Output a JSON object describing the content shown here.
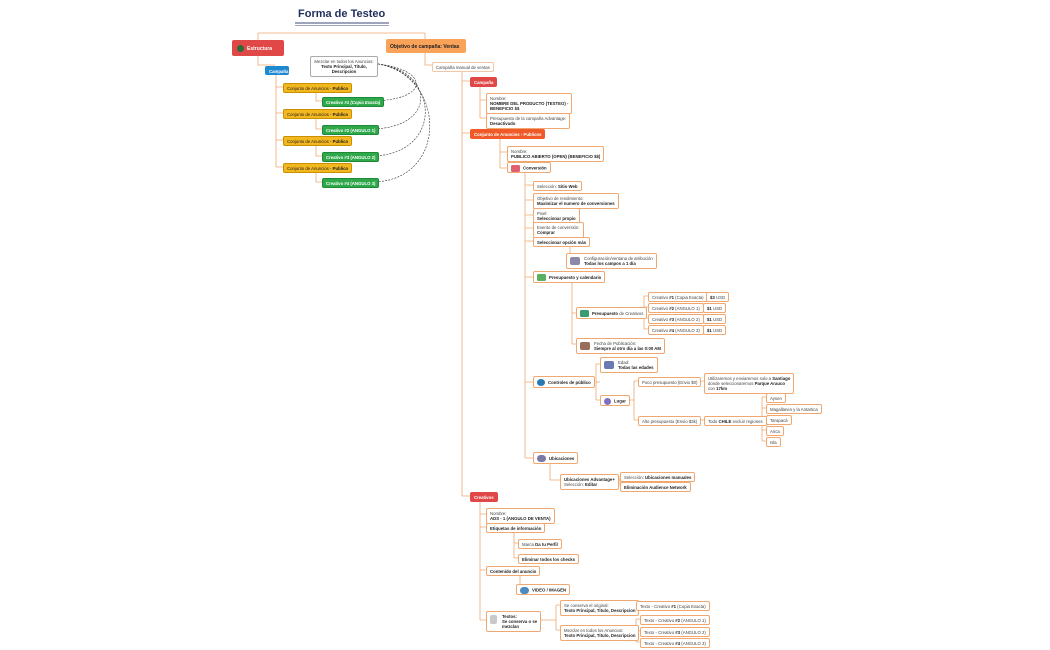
{
  "title": "Forma de Testeo",
  "left": {
    "estructura": "Estructura",
    "campana": "Campaña",
    "mezclar_note": [
      "Mezclar en todos los Anuncios:",
      "Texto Principal, Titulo,",
      "Descripcion"
    ],
    "conjunto_prefix": "Conjunto de Anuncios - ",
    "conjunto_bold": "Publico",
    "creativos": [
      {
        "prefix": "Creativo ",
        "bold": "#1 (Copia Exacta)"
      },
      {
        "prefix": "Creativo ",
        "bold": "#2 (ANGULO 1)"
      },
      {
        "prefix": "Creativo ",
        "bold": "#3 (ANGULO 2)"
      },
      {
        "prefix": "Creativo ",
        "bold": "#4 (ANGULO 3)"
      }
    ]
  },
  "objective": {
    "header": "Objetivo de campaña: Ventas",
    "manual": "Campaña manual de ventas"
  },
  "campana": {
    "header": "Campaña",
    "nombre_label": "Nombre:",
    "nombre_value": [
      "NOMBRE DEL PRODUCTO (TESTEO) -",
      "BENEFICIO $$"
    ],
    "presupuesto_label": "Presupuesto de la campaña Advantage:",
    "presupuesto_value": "Desactivado"
  },
  "conjunto": {
    "header": "Conjunto de Anuncios - Publicos",
    "nombre_label": "Nombre:",
    "nombre_value": "PUBLICO ABIERTO (OPEN) (BENEFICIO $$)",
    "conversion": "Conversión",
    "seleccion_label": "Selección: ",
    "seleccion_value": "Sitio Web",
    "objetivo_label": "Objetivo de rendimiento:",
    "objetivo_value": "Maximizar el numero de conversiones",
    "pixel_label": "Pixel:",
    "pixel_value": "Seleccionar propio",
    "evento_label": "Evento de conversión:",
    "evento_value": "Comprar",
    "mas": "Seleccionar opción más",
    "config_label": "Configuración/ventana de atribución",
    "config_value": "Todas los campos a 1 día",
    "presupuesto_cal": "Presupuesto y calendario",
    "presupuesto_creativos_bold": "Presupuesto",
    "presupuesto_creativos_rest": " de Creativos",
    "budget_rows": [
      {
        "prefix": "Creativo ",
        "bold": "#1",
        "rest": " (Copia Exacta)",
        "amount": "$3",
        "unit": " USD"
      },
      {
        "prefix": "Creativo ",
        "bold": "#2",
        "rest": " (ANGULO 1)",
        "amount": "$1",
        "unit": " USD"
      },
      {
        "prefix": "Creativo ",
        "bold": "#3",
        "rest": " (ANGULO 2)",
        "amount": "$1",
        "unit": " USD"
      },
      {
        "prefix": "Creativo ",
        "bold": "#4",
        "rest": " (ANGULO 3)",
        "amount": "$1",
        "unit": " USD"
      }
    ],
    "fecha_label": "Fecha de Publicación:",
    "fecha_value": "Siempre al otro día a las 0:00 AM",
    "controles": "Controles de público",
    "edad_label": "Edad:",
    "edad_value": "Todas las edades",
    "lugar": "Lugar",
    "poco_label": "Poco presupuesto (Envio $0)",
    "poco_value": [
      "Utilizaremos y enviaremos solo a ",
      "Santiago",
      "donde seleccionaremos ",
      "Parque Arauco",
      "con ",
      "17km"
    ],
    "alto_label": "Alto presupuesto (Envio $3k)",
    "todo_prefix": "Todo ",
    "todo_bold": "CHILE",
    "todo_rest": " excluir regiones",
    "regiones": [
      "Aysen",
      "Magallanes y la Antartica",
      "Tarapacá",
      "Arica",
      "Isla"
    ],
    "ubicaciones": "Ubicaciones",
    "ubic_left": [
      "Ubicaciones Advantage+",
      "Selección: ",
      "Editar"
    ],
    "ubic_right_1_prefix": "Selección: ",
    "ubic_right_1_bold": "Ubicaciones manuales",
    "ubic_right_2": "Eliminación Audience Network"
  },
  "creativos": {
    "header": "Creativos",
    "nombre_label": "Nombre:",
    "nombre_value": "ADS - 1 (ANGULO DE VENTA)",
    "etiquetas": "Etiquetas de información",
    "marca_prefix": "Marca ",
    "marca_bold": "Da tu Perfil",
    "eliminar": "Eliminar todos los checks",
    "contenido": "Contenido del anuncio",
    "video": "VIDEO / IMAGEN",
    "textos_label": "Textos:",
    "textos_value": [
      "Se conserva o se",
      "mezclan"
    ],
    "conserva_label": "Se conserva el original:",
    "conserva_value": "Texto Principal, Titulo, Descripcion",
    "mezclar_label": "Mezclar en todos los Anuncios:",
    "mezclar_value": "Texto Principal, Titulo, Descripcion",
    "texto_rows": [
      {
        "prefix": "Texto - Creativo ",
        "bold": "#1",
        "rest": " (Copia Exacta)"
      },
      {
        "prefix": "Texto - Creativo ",
        "bold": "#2",
        "rest": " (ANGULO 1)"
      },
      {
        "prefix": "Texto - Creativo ",
        "bold": "#3",
        "rest": " (ANGULO 2)"
      },
      {
        "prefix": "Texto - Creativo ",
        "bold": "#4",
        "rest": " (ANGULO 3)"
      }
    ]
  },
  "colors": {
    "line": "#f0a870",
    "red": "#e04848",
    "orange": "#f05a28",
    "blue": "#1e88d0",
    "yellow": "#f3b81f",
    "green": "#2ea84a"
  },
  "icons": [
    "globe-icon",
    "store-icon",
    "calendar-icon",
    "wallet-icon",
    "people-icon",
    "location-icon",
    "cloud-icon",
    "document-icon",
    "gear-icon"
  ]
}
